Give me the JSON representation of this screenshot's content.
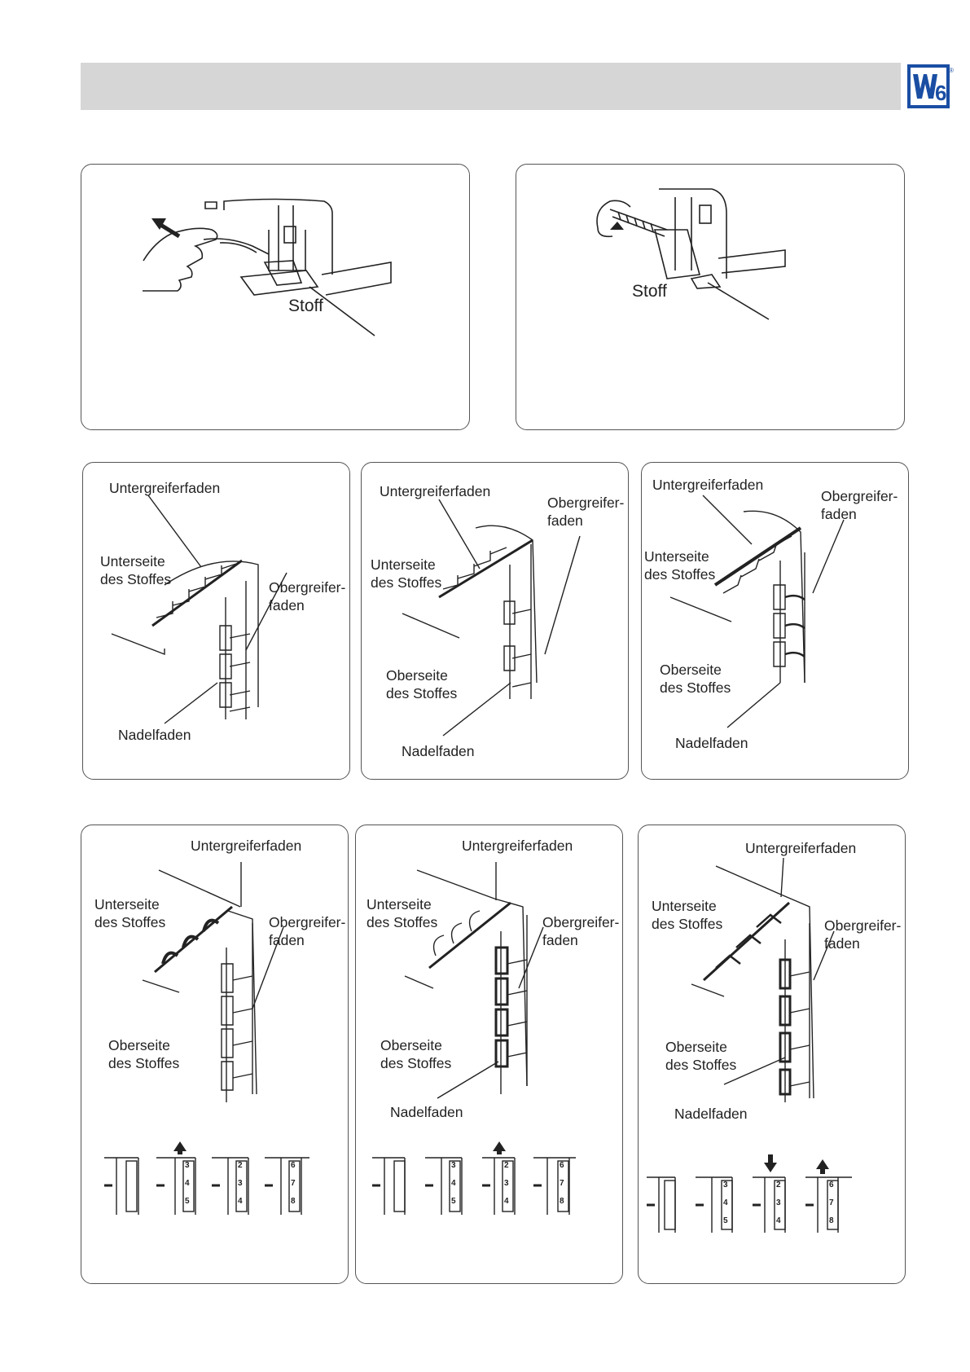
{
  "logo": {
    "text": "W6",
    "mark": "®",
    "color": "#1a4ea3"
  },
  "header": {
    "color": "#d6d6d6"
  },
  "top_panels": [
    {
      "stoff": "Stoff"
    },
    {
      "stoff": "Stoff"
    }
  ],
  "mid_panels": [
    {
      "untergreifer": "Untergreiferfaden",
      "unterseite": "Unterseite\ndes Stoffes",
      "obergreifer": "Obergreifer-\nfaden",
      "nadel": "Nadelfaden"
    },
    {
      "untergreifer": "Untergreiferfaden",
      "unterseite": "Unterseite\ndes Stoffes",
      "obergreifer": "Obergreifer-\nfaden",
      "oberseite": "Oberseite\ndes Stoffes",
      "nadel": "Nadelfaden"
    },
    {
      "untergreifer": "Untergreiferfaden",
      "unterseite": "Unterseite\ndes Stoffes",
      "obergreifer": "Obergreifer-\nfaden",
      "oberseite": "Oberseite\ndes Stoffes",
      "nadel": "Nadelfaden"
    }
  ],
  "bottom_panels": [
    {
      "untergreifer": "Untergreiferfaden",
      "unterseite": "Unterseite\ndes Stoffes",
      "obergreifer": "Obergreifer-\nfaden",
      "oberseite": "Oberseite\ndes Stoffes",
      "dials": [
        {
          "nums": []
        },
        {
          "nums": [
            "3",
            "4",
            "5"
          ]
        },
        {
          "nums": [
            "2",
            "3",
            "4"
          ]
        },
        {
          "nums": [
            "6",
            "7",
            "8"
          ]
        }
      ]
    },
    {
      "untergreifer": "Untergreiferfaden",
      "unterseite": "Unterseite\ndes Stoffes",
      "obergreifer": "Obergreifer-\nfaden",
      "oberseite": "Oberseite\ndes Stoffes",
      "nadel": "Nadelfaden",
      "dials": [
        {
          "nums": []
        },
        {
          "nums": [
            "3",
            "4",
            "5"
          ]
        },
        {
          "nums": [
            "2",
            "3",
            "4"
          ]
        },
        {
          "nums": [
            "6",
            "7",
            "8"
          ]
        }
      ]
    },
    {
      "untergreifer": "Untergreiferfaden",
      "unterseite": "Unterseite\ndes Stoffes",
      "obergreifer": "Obergreifer-\nfaden",
      "oberseite": "Oberseite\ndes Stoffes",
      "nadel": "Nadelfaden",
      "dials": [
        {
          "nums": []
        },
        {
          "nums": [
            "3",
            "4",
            "5"
          ]
        },
        {
          "nums": [
            "2",
            "3",
            "4"
          ]
        },
        {
          "nums": [
            "6",
            "7",
            "8"
          ]
        }
      ]
    }
  ]
}
